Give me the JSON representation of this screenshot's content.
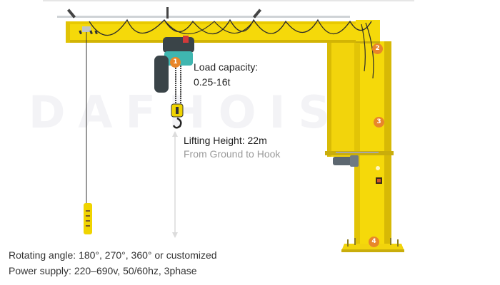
{
  "watermark": "DAFHOIST",
  "callouts": {
    "load_capacity_title": "Load capacity:",
    "load_capacity_value": "0.25-16t",
    "lifting_height_title": "Lifting Height: 22m",
    "lifting_height_sub": "From Ground to Hook"
  },
  "specs": {
    "rotating_angle": "Rotating angle: 180°, 270°, 360° or customized",
    "power_supply": "Power supply: 220–690v, 50/60hz, 3phase"
  },
  "badges": [
    {
      "number": "1",
      "part": "electric-hoist"
    },
    {
      "number": "2",
      "part": "slewing-top"
    },
    {
      "number": "3",
      "part": "column"
    },
    {
      "number": "4",
      "part": "base-plate"
    }
  ],
  "colors": {
    "crane_yellow": "#f5d90a",
    "badge_orange": "#e8862a",
    "hoist_teal": "#3fb6b0",
    "cable_dark": "#2b2b2b"
  }
}
